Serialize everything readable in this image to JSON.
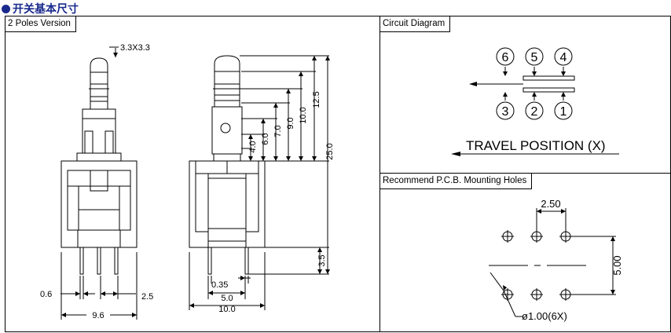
{
  "heading": "开关基本尺寸",
  "panels": {
    "left": {
      "title": "2 Poles Version",
      "dims": {
        "stem": "3.3X3.3",
        "d40": "4.0",
        "d60": "6.0",
        "d70": "7.0",
        "d90": "9.0",
        "d100": "10.0",
        "d125": "12.5",
        "d250": "25.0",
        "d35": "3.5",
        "d035": "0.35",
        "d50": "5.0",
        "d10": "10.0",
        "d06": "0.6",
        "d25": "2.5",
        "d96": "9.6"
      }
    },
    "circuit": {
      "title": "Circuit Diagram",
      "pins_top": [
        "6",
        "5",
        "4"
      ],
      "pins_bottom": [
        "3",
        "2",
        "1"
      ],
      "travel": "TRAVEL POSITION (X)"
    },
    "pcb": {
      "title": "Recommend P.C.B. Mounting Holes",
      "pitch": "2.50",
      "row": "5.00",
      "hole": "ø1.00(6X)"
    }
  }
}
